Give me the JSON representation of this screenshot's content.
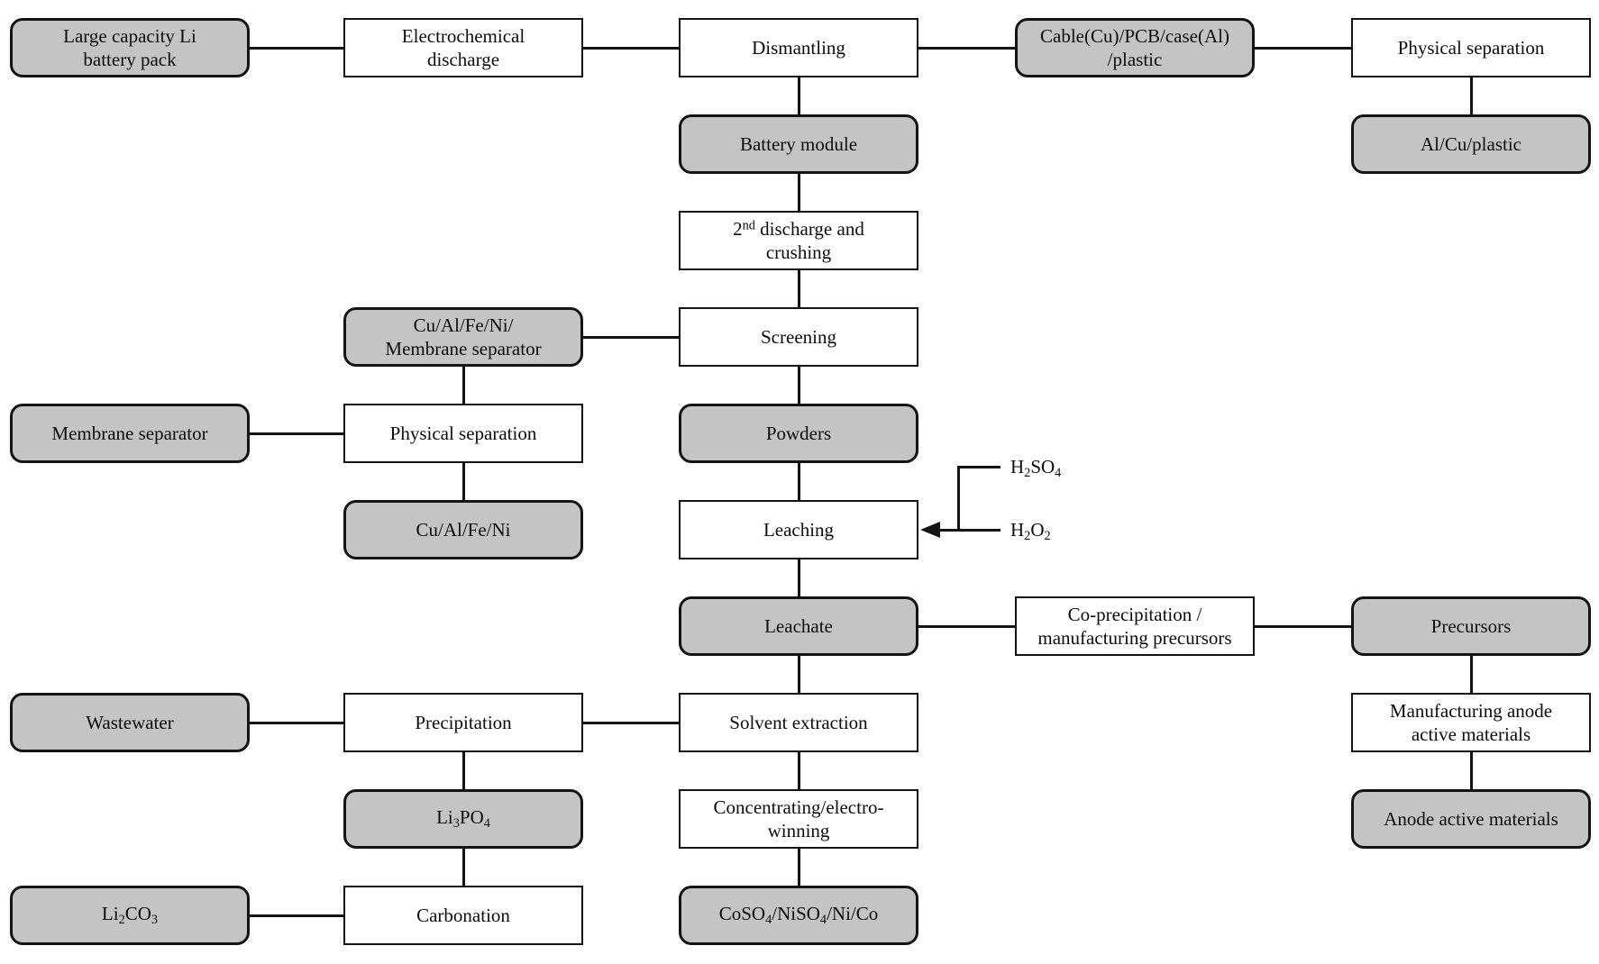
{
  "diagram": {
    "description": "Recycling process flowchart for large capacity Li battery packs",
    "colors": {
      "material_fill": "#c4c4c4",
      "process_fill": "#ffffff",
      "line": "#141414"
    },
    "nodes": {
      "large_capacity": {
        "label": "Large capacity Li\nbattery pack",
        "kind": "material"
      },
      "electro_discharge": {
        "label": "Electrochemical\ndischarge",
        "kind": "process"
      },
      "dismantling": {
        "label": "Dismantling",
        "kind": "process"
      },
      "cable_pcb": {
        "label": "Cable(Cu)/PCB/case(Al)\n/plastic",
        "kind": "material"
      },
      "physical_sep_top": {
        "label": "Physical separation",
        "kind": "process"
      },
      "battery_module": {
        "label": "Battery module",
        "kind": "material"
      },
      "al_cu_plastic": {
        "label": "Al/Cu/plastic",
        "kind": "material"
      },
      "second_discharge": {
        "rich": [
          {
            "t": "2"
          },
          {
            "t": "nd",
            "s": "sup"
          },
          {
            "t": " discharge and\ncrushing"
          }
        ],
        "kind": "process"
      },
      "cu_al_fe_ni_membrane": {
        "label": "Cu/Al/Fe/Ni/\nMembrane separator",
        "kind": "material"
      },
      "screening": {
        "label": "Screening",
        "kind": "process"
      },
      "membrane_separator": {
        "label": "Membrane separator",
        "kind": "material"
      },
      "physical_sep_left": {
        "label": "Physical separation",
        "kind": "process"
      },
      "powders": {
        "label": "Powders",
        "kind": "material"
      },
      "cu_al_fe_ni": {
        "label": "Cu/Al/Fe/Ni",
        "kind": "material"
      },
      "leaching": {
        "label": "Leaching",
        "kind": "process"
      },
      "leachate": {
        "label": "Leachate",
        "kind": "material"
      },
      "coprecipitation": {
        "label": "Co-precipitation /\nmanufacturing precursors",
        "kind": "process"
      },
      "precursors": {
        "label": "Precursors",
        "kind": "material"
      },
      "wastewater": {
        "label": "Wastewater",
        "kind": "material"
      },
      "precipitation": {
        "label": "Precipitation",
        "kind": "process"
      },
      "solvent_extraction": {
        "label": "Solvent extraction",
        "kind": "process"
      },
      "manufacturing_anode": {
        "label": "Manufacturing anode\nactive materials",
        "kind": "process"
      },
      "li3po4": {
        "rich": [
          {
            "t": "Li"
          },
          {
            "t": "3",
            "s": "sub"
          },
          {
            "t": "PO"
          },
          {
            "t": "4",
            "s": "sub"
          }
        ],
        "kind": "material"
      },
      "concentrating": {
        "label": "Concentrating/electro-\nwinning",
        "kind": "process"
      },
      "anode_active": {
        "label": "Anode active materials",
        "kind": "material"
      },
      "li2co3": {
        "rich": [
          {
            "t": "Li"
          },
          {
            "t": "2",
            "s": "sub"
          },
          {
            "t": "CO"
          },
          {
            "t": "3",
            "s": "sub"
          }
        ],
        "kind": "material"
      },
      "carbonation": {
        "label": "Carbonation",
        "kind": "process"
      },
      "coso4_niso4": {
        "rich": [
          {
            "t": "CoSO"
          },
          {
            "t": "4",
            "s": "sub"
          },
          {
            "t": "/NiSO"
          },
          {
            "t": "4",
            "s": "sub"
          },
          {
            "t": "/Ni/Co"
          }
        ],
        "kind": "material"
      }
    },
    "reagents": {
      "h2so4": {
        "rich": [
          {
            "t": "H"
          },
          {
            "t": "2",
            "s": "sub"
          },
          {
            "t": "SO"
          },
          {
            "t": "4",
            "s": "sub"
          }
        ]
      },
      "h2o2": {
        "rich": [
          {
            "t": "H"
          },
          {
            "t": "2",
            "s": "sub"
          },
          {
            "t": "O"
          },
          {
            "t": "2",
            "s": "sub"
          }
        ]
      },
      "feeds_into": "leaching"
    },
    "edges": [
      [
        "large_capacity",
        "electro_discharge"
      ],
      [
        "electro_discharge",
        "dismantling"
      ],
      [
        "dismantling",
        "cable_pcb"
      ],
      [
        "cable_pcb",
        "physical_sep_top"
      ],
      [
        "physical_sep_top",
        "al_cu_plastic"
      ],
      [
        "dismantling",
        "battery_module"
      ],
      [
        "battery_module",
        "second_discharge"
      ],
      [
        "second_discharge",
        "screening"
      ],
      [
        "screening",
        "cu_al_fe_ni_membrane"
      ],
      [
        "cu_al_fe_ni_membrane",
        "physical_sep_left"
      ],
      [
        "physical_sep_left",
        "membrane_separator"
      ],
      [
        "physical_sep_left",
        "cu_al_fe_ni"
      ],
      [
        "screening",
        "powders"
      ],
      [
        "powders",
        "leaching"
      ],
      [
        "leaching",
        "leachate"
      ],
      [
        "leachate",
        "coprecipitation"
      ],
      [
        "coprecipitation",
        "precursors"
      ],
      [
        "precursors",
        "manufacturing_anode"
      ],
      [
        "manufacturing_anode",
        "anode_active"
      ],
      [
        "leachate",
        "solvent_extraction"
      ],
      [
        "solvent_extraction",
        "precipitation"
      ],
      [
        "precipitation",
        "wastewater"
      ],
      [
        "precipitation",
        "li3po4"
      ],
      [
        "li3po4",
        "carbonation"
      ],
      [
        "carbonation",
        "li2co3"
      ],
      [
        "solvent_extraction",
        "concentrating"
      ],
      [
        "concentrating",
        "coso4_niso4"
      ]
    ]
  }
}
